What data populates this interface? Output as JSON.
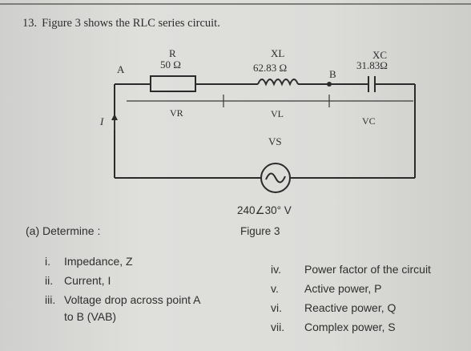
{
  "question": {
    "number": "13.",
    "text": "Figure 3 shows the RLC series circuit."
  },
  "circuit": {
    "node_a": "A",
    "node_b": "B",
    "current": "I",
    "r_label": "R",
    "r_value": "50 Ω",
    "vr": "VR",
    "xl_label": "XL",
    "xl_value": "62.83 Ω",
    "vl": "VL",
    "xc_label": "XC",
    "xc_value": "31.83Ω",
    "vc": "VC",
    "vs": "VS",
    "source_value": "240∠30° V",
    "figure_caption": "Figure 3"
  },
  "determine": {
    "heading": "(a) Determine :",
    "left_items": [
      {
        "num": "i.",
        "text": "Impedance, Z"
      },
      {
        "num": "ii.",
        "text": "Current, I"
      },
      {
        "num": "iii.",
        "text": "Voltage drop across point A"
      },
      {
        "num": "",
        "text": "to B (VAB)"
      }
    ],
    "right_items": [
      {
        "num": "iv.",
        "text": "Power factor of the circuit"
      },
      {
        "num": "v.",
        "text": "Active power, P"
      },
      {
        "num": "vi.",
        "text": "Reactive power, Q"
      },
      {
        "num": "vii.",
        "text": "Complex power, S"
      }
    ]
  }
}
